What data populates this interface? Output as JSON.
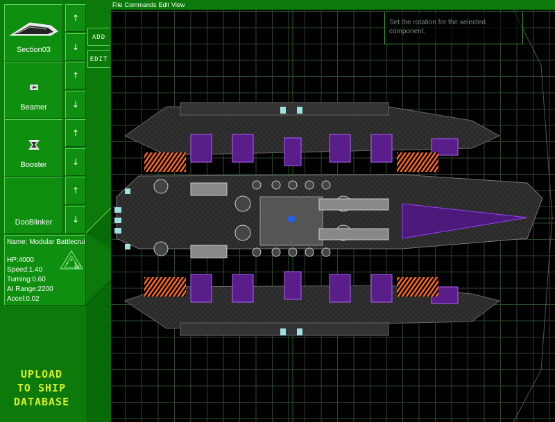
{
  "menu": [
    "File",
    "Commands",
    "Edit",
    "View"
  ],
  "tabs": {
    "add": "ADD",
    "edit": "EDIT"
  },
  "components": [
    {
      "label": "Section03",
      "icon": "hull-section-icon"
    },
    {
      "label": "Beamer",
      "icon": "beamer-icon"
    },
    {
      "label": "Booster",
      "icon": "booster-icon"
    },
    {
      "label": "DooBlinker",
      "icon": "blinker-icon"
    }
  ],
  "arrows": {
    "up": "↑",
    "down": "↓"
  },
  "ship": {
    "name": "Name: Modular Battlecruiser Mk",
    "hp": "HP:4000",
    "speed": "Speed:1.40",
    "turning": "Turning:0.60",
    "ai_range": "AI Range:2200",
    "accel": "Accel:0.02",
    "badge": "BP"
  },
  "upload": {
    "line1": "UPLOAD",
    "line2": "TO SHIP",
    "line3": "DATABASE"
  },
  "tooltip": "Set the rotation for the selected component.",
  "colors": {
    "panel_green": "#0b7a0b",
    "cell_green": "#0f8f0f",
    "highlight": "#58d358",
    "upload_text": "#d8f020",
    "grid_line": "#2b4a2b",
    "purple": "#8a2be2",
    "orange": "#ff6a1a"
  }
}
